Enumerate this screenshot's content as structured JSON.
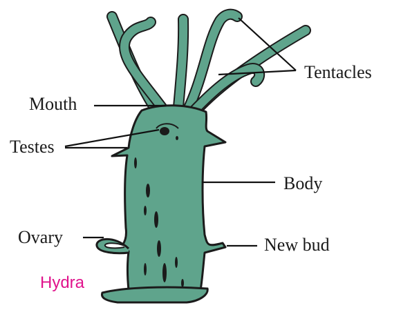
{
  "diagram": {
    "labels": {
      "tentacles": "Tentacles",
      "mouth": "Mouth",
      "testes": "Testes",
      "body": "Body",
      "ovary": "Ovary",
      "new_bud": "New bud"
    },
    "caption": "Hydra"
  },
  "colors": {
    "body_fill": "#5fa48c",
    "outline": "#1b1b1b",
    "caption": "#e0138c",
    "leader_line": "#111111"
  }
}
